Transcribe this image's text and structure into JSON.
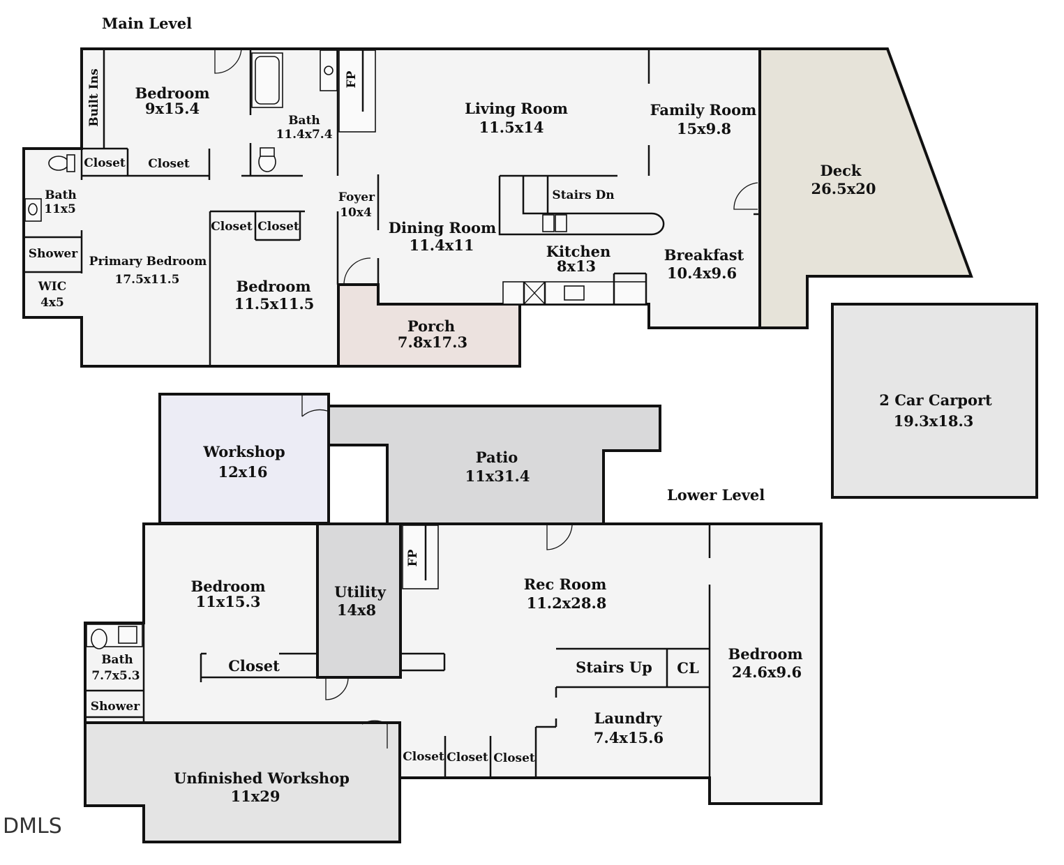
{
  "headings": {
    "main": "Main Level",
    "lower": "Lower Level"
  },
  "watermark": "DMLS",
  "colors": {
    "wall": "#111111",
    "floor": "#f4f4f4",
    "deck": "#e6e3d9",
    "porch": "#ece2df",
    "patio": "#d9d9da",
    "workshop": "#ececf5",
    "carport": "#e6e6e6",
    "utility": "#d9d9da",
    "unfinished": "#e4e4e4"
  },
  "main_level": {
    "bedroom_front": {
      "name": "Bedroom",
      "size": "9x15.4"
    },
    "built_ins": "Built Ins",
    "bath_hall": {
      "name": "Bath",
      "size": "11.4x7.4"
    },
    "fireplace": "FP",
    "living_room": {
      "name": "Living Room",
      "size": "11.5x14"
    },
    "family_room": {
      "name": "Family Room",
      "size": "15x9.8"
    },
    "deck": {
      "name": "Deck",
      "size": "26.5x20"
    },
    "closet_a": "Closet",
    "closet_b": "Closet",
    "bath_primary": {
      "name": "Bath",
      "size": "11x5"
    },
    "shower": "Shower",
    "wic": {
      "name": "WIC",
      "size": "4x5"
    },
    "primary_bedroom": {
      "name": "Primary Bedroom",
      "size": "17.5x11.5"
    },
    "closet_c": "Closet",
    "closet_d": "Closet",
    "bedroom_mid": {
      "name": "Bedroom",
      "size": "11.5x11.5"
    },
    "foyer": {
      "name": "Foyer",
      "size": "10x4"
    },
    "stairs_dn": "Stairs Dn",
    "dining_room": {
      "name": "Dining Room",
      "size": "11.4x11"
    },
    "kitchen": {
      "name": "Kitchen",
      "size": "8x13"
    },
    "breakfast": {
      "name": "Breakfast",
      "size": "10.4x9.6"
    },
    "porch": {
      "name": "Porch",
      "size": "7.8x17.3"
    }
  },
  "carport": {
    "name": "2 Car Carport",
    "size": "19.3x18.3"
  },
  "lower_level": {
    "workshop": {
      "name": "Workshop",
      "size": "12x16"
    },
    "patio": {
      "name": "Patio",
      "size": "11x31.4"
    },
    "bedroom_left": {
      "name": "Bedroom",
      "size": "11x15.3"
    },
    "utility": {
      "name": "Utility",
      "size": "14x8"
    },
    "fireplace": "FP",
    "rec_room": {
      "name": "Rec Room",
      "size": "11.2x28.8"
    },
    "bedroom_right": {
      "name": "Bedroom",
      "size": "24.6x9.6"
    },
    "bath": {
      "name": "Bath",
      "size": "7.7x5.3"
    },
    "closet_main": "Closet",
    "stairs_up": "Stairs Up",
    "cl": "CL",
    "shower": "Shower",
    "laundry": {
      "name": "Laundry",
      "size": "7.4x15.6"
    },
    "closet_1": "Closet",
    "closet_2": "Closet",
    "closet_3": "Closet",
    "unfinished_workshop": {
      "name": "Unfinished Workshop",
      "size": "11x29"
    }
  }
}
